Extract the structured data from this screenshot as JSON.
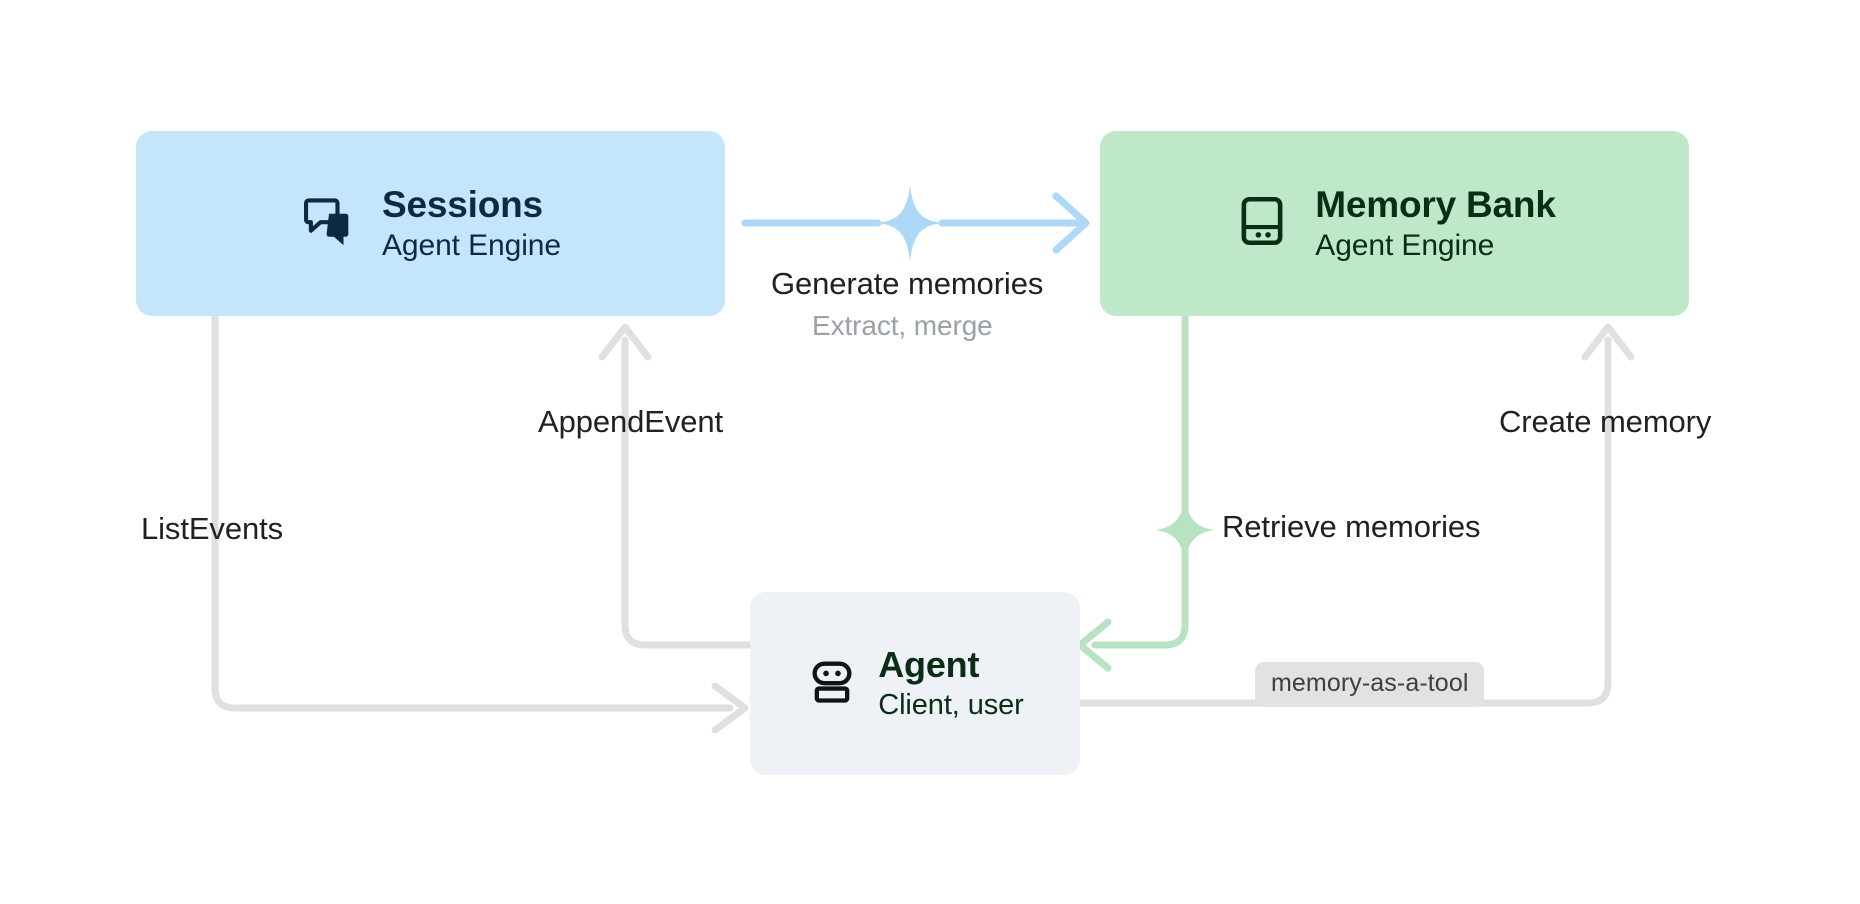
{
  "diagram": {
    "title": "Agent Engine Sessions and Memory Bank data flow",
    "background": "#ffffff",
    "nodes": [
      {
        "id": "sessions",
        "title": "Sessions",
        "subtitle": "Agent Engine",
        "icon": "chat-bubbles-icon",
        "fill": "#c5e5fb",
        "text_color": "#0d2a42"
      },
      {
        "id": "memory-bank",
        "title": "Memory Bank",
        "subtitle": "Agent Engine",
        "icon": "memory-storage-icon",
        "fill": "#bfe8c9",
        "text_color": "#0b2d16"
      },
      {
        "id": "agent",
        "title": "Agent",
        "subtitle": "Client, user",
        "icon": "robot-icon",
        "fill": "#eef1f6",
        "text_color": "#0b2d16"
      }
    ],
    "edges": [
      {
        "id": "generate-memories",
        "label": "Generate memories",
        "sublabel": "Extract, merge",
        "from": "sessions",
        "to": "memory-bank",
        "color": "#aed8f7",
        "sparkle": true,
        "sparkle_color": "#aed8f7"
      },
      {
        "id": "append-event",
        "label": "AppendEvent",
        "from": "agent",
        "to": "sessions",
        "color": "#e0e0e0",
        "sparkle": false
      },
      {
        "id": "list-events",
        "label": "ListEvents",
        "from": "sessions",
        "to": "agent",
        "color": "#e0e0e0",
        "sparkle": false
      },
      {
        "id": "retrieve-memories",
        "label": "Retrieve memories",
        "from": "memory-bank",
        "to": "agent",
        "color": "#b7e3c2",
        "sparkle": true,
        "sparkle_color": "#b7e3c2"
      },
      {
        "id": "create-memory",
        "label": "Create memory",
        "from": "agent",
        "to": "memory-bank",
        "color": "#e0e0e0",
        "sparkle": false
      }
    ],
    "chips": [
      {
        "id": "memory-as-a-tool",
        "label": "memory-as-a-tool",
        "fill": "#e2e2e2",
        "text_color": "#3c4043"
      }
    ],
    "label_color": "#202124",
    "sublabel_color": "#9aa0a6"
  }
}
